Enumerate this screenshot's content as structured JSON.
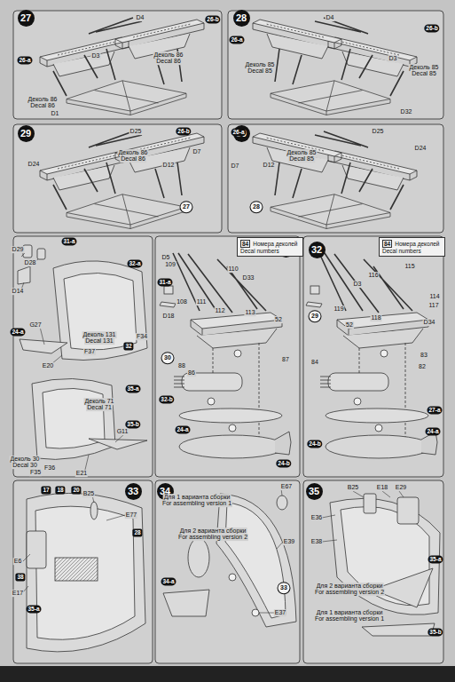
{
  "diagram": {
    "nodes": [
      {
        "text": [
          "27"
        ]
      },
      {
        "text": [
          "28"
        ]
      },
      {
        "text": [
          "29"
        ]
      },
      {
        "text": [
          "30"
        ]
      },
      {
        "text": [
          "31"
        ]
      },
      {
        "text": [
          "32"
        ]
      },
      {
        "text": [
          "33"
        ]
      },
      {
        "text": [
          "34"
        ]
      },
      {
        "text": [
          "35"
        ]
      },
      {
        "text": [
          "84",
          "Номера деколей",
          "Decal numbers"
        ]
      },
      {
        "text": [
          "84",
          "Номера деколей",
          "Decal numbers"
        ]
      }
    ],
    "labels": [
      "D4",
      "26-b",
      "Деколь 86",
      "Decal 86",
      "D3",
      "26-a",
      "Деколь 86",
      "Decal 86",
      "D1",
      "D4",
      "26-a",
      "26-b",
      "D3",
      "Деколь 85",
      "Decal 85",
      "Деколь 85",
      "Decal 85",
      "D32",
      "D25",
      "26-b",
      "Деколь 86",
      "Decal 86",
      "D24",
      "D12",
      "D7",
      "27",
      "26-a",
      "D25",
      "D24",
      "Деколь 85",
      "Decal 85",
      "D7",
      "D12",
      "28",
      "31-a",
      "D29",
      "D28",
      "32-a",
      "D14",
      "24-a",
      "G27",
      "E20",
      "Деколь 131",
      "Decal 131",
      "F37",
      "32",
      "F34",
      "35-a",
      "Деколь 71",
      "Decal 71",
      "G11",
      "35-b",
      "Деколь 30",
      "Decal 30",
      "F35",
      "F36",
      "E21",
      "D5",
      "109",
      "110",
      "D33",
      "31-a",
      "108",
      "111",
      "112",
      "113",
      "D18",
      "52",
      "30",
      "88",
      "86",
      "87",
      "32-b",
      "24-a",
      "24-b",
      "115",
      "116",
      "D3",
      "119",
      "114",
      "117",
      "118",
      "29",
      "D34",
      "52",
      "84",
      "83",
      "82",
      "27-a",
      "24-a",
      "24-b",
      "17",
      "18",
      "20",
      "B25",
      "E77",
      "28",
      "E6",
      "38",
      "E17",
      "35-a",
      "E67",
      "Для 1 варианта сборки",
      "For assembling version 1",
      "Для 2 варианта сборки",
      "For assembling version 2",
      "E39",
      "34-a",
      "33",
      "E37",
      "B25",
      "E18",
      "E29",
      "E36",
      "E38",
      "Для 2 варианта сборки",
      "For assembling version 2",
      "Для 1 варианта сборки",
      "For assembling version 1",
      "35-a",
      "35-b"
    ]
  }
}
